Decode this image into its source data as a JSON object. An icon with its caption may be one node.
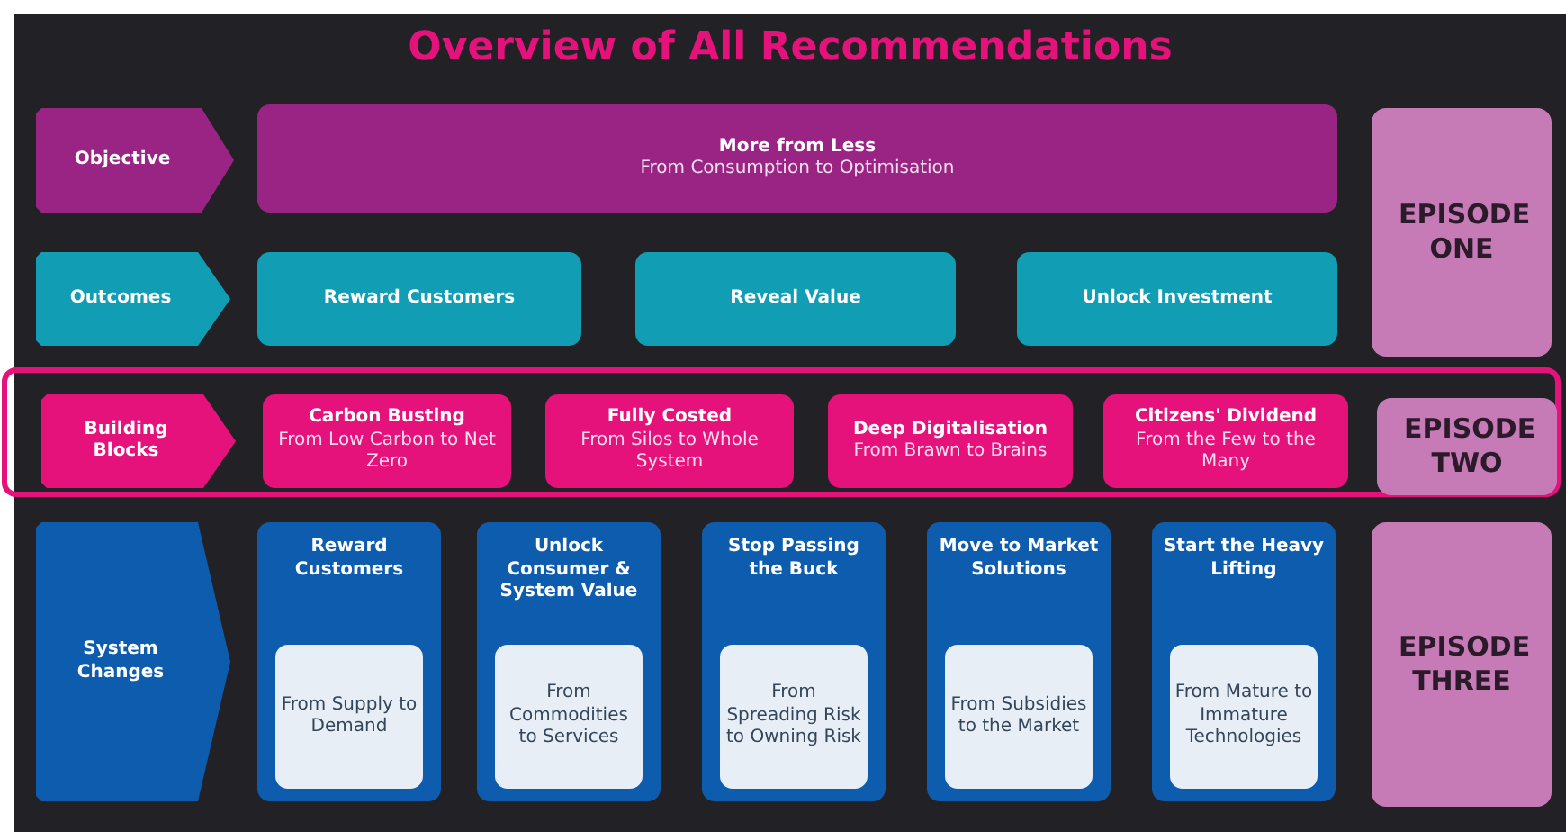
{
  "diagram": {
    "title": "Overview of All Recommendations",
    "nodes": [
      {
        "text": [
          "Objective"
        ]
      },
      {
        "text": [
          "More from Less",
          "From Consumption to Optimisation"
        ]
      },
      {
        "text": [
          "EPISODE ONE"
        ]
      },
      {
        "text": [
          "Outcomes"
        ]
      },
      {
        "text": [
          "Reward Customers"
        ]
      },
      {
        "text": [
          "Reveal Value"
        ]
      },
      {
        "text": [
          "Unlock Investment"
        ]
      },
      {
        "text": [],
        "shape": "box"
      },
      {
        "text": [
          "Building Blocks"
        ],
        "in": 7
      },
      {
        "text": [
          "Carbon Busting",
          "From Low Carbon to Net Zero"
        ],
        "in": 7
      },
      {
        "text": [
          "Fully Costed",
          "From Silos to Whole System"
        ],
        "in": 7
      },
      {
        "text": [
          "Deep Digitalisation",
          "From Brawn to Brains"
        ],
        "in": 7
      },
      {
        "text": [
          "Citizens' Dividend",
          "From the Few to the Many"
        ],
        "in": 7
      },
      {
        "text": [
          "EPISODE TWO"
        ],
        "in": 7
      },
      {
        "text": [
          "System Changes"
        ]
      },
      {
        "text": [
          "Reward Customers"
        ]
      },
      {
        "text": [
          "From Supply to Demand"
        ],
        "in": 15
      },
      {
        "text": [
          "Unlock Consumer & System Value"
        ]
      },
      {
        "text": [
          "From Commodities to Services"
        ],
        "in": 17
      },
      {
        "text": [
          "Stop Passing the Buck"
        ]
      },
      {
        "text": [
          "From Spreading Risk to Owning Risk"
        ],
        "in": 19
      },
      {
        "text": [
          "Move to Market Solutions"
        ]
      },
      {
        "text": [
          "From Subsidies to the Market"
        ],
        "in": 21
      },
      {
        "text": [
          "Start the Heavy Lifting"
        ]
      },
      {
        "text": [
          "From Mature to Immature Technologies"
        ],
        "in": 23
      },
      {
        "text": [
          "EPISODE THREE"
        ]
      }
    ],
    "edges": []
  }
}
